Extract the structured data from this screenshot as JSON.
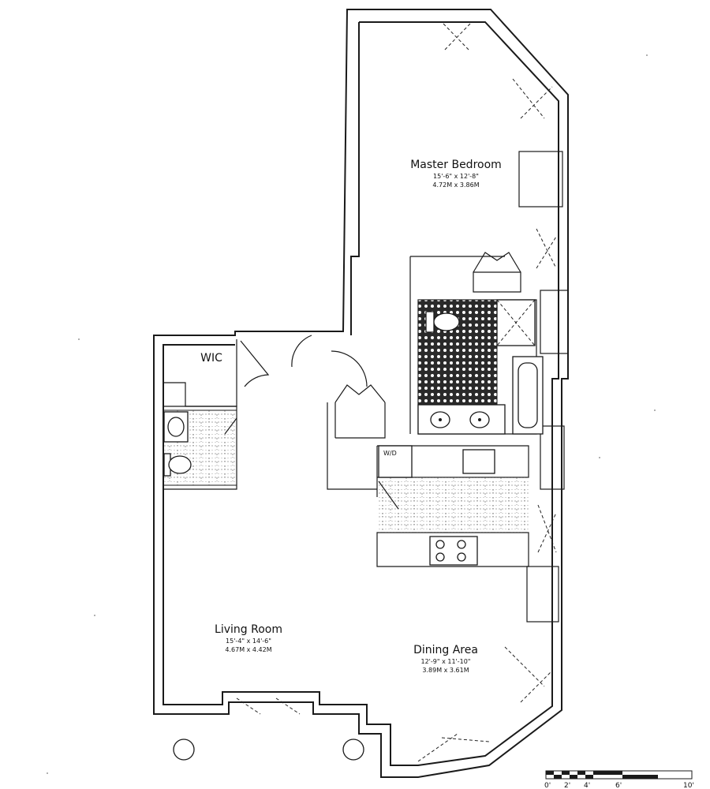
{
  "rooms": {
    "master_bedroom": {
      "name": "Master Bedroom",
      "dim_imperial": "15'-6\" x 12'-8\"",
      "dim_metric": "4.72M x 3.86M"
    },
    "wic": {
      "name": "WIC"
    },
    "living_room": {
      "name": "Living Room",
      "dim_imperial": "15'-4\" x 14'-6\"",
      "dim_metric": "4.67M x 4.42M"
    },
    "dining_area": {
      "name": "Dining Area",
      "dim_imperial": "12'-9\" x 11'-10\"",
      "dim_metric": "3.89M x 3.61M"
    },
    "washer_dryer": {
      "label": "W/D"
    }
  },
  "scale_bar": {
    "labels": [
      "0'",
      "2'",
      "4'",
      "6'",
      "10'"
    ]
  },
  "colors": {
    "ink": "#1a1a1a",
    "paper": "#ffffff",
    "tile_fill": "#2a2a2a"
  }
}
